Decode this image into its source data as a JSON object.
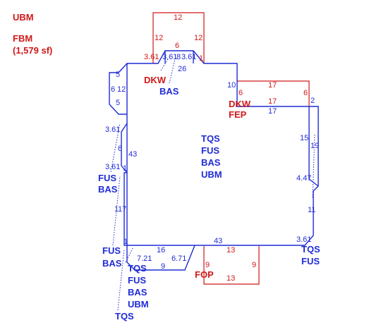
{
  "header": {
    "title": "UBM",
    "subtitle_line1": "FBM",
    "subtitle_line2": "(1,579 sf)"
  },
  "colors": {
    "main": "#1f2bd6",
    "accent": "#d01818"
  },
  "dims": {
    "red_top_12": "12",
    "red_left_12": "12",
    "red_right_12": "12",
    "red_6": "6",
    "red_361": "3.61",
    "blue_361a": "3.61",
    "blue_8": "8",
    "blue_361b": "3.61",
    "red_1": "1",
    "blue_26": "26",
    "blue_5a": "5",
    "blue_6": "6",
    "blue_12": "12",
    "blue_5b": "5",
    "blue_10": "10",
    "red_6b": "6",
    "red_17a": "17",
    "red_6c": "6",
    "red_17b": "17",
    "blue_2": "2",
    "blue_17": "17",
    "blue_361c": "3.61",
    "blue_6b": "6",
    "blue_43a": "43",
    "blue_1a": "1",
    "blue_361d": "3.61",
    "blue_1b": "1",
    "blue_15": "15",
    "blue_19": "19",
    "blue_447": "4.47",
    "blue_17b": "17",
    "blue_11": "11",
    "blue_361e": "3.61",
    "blue_43b": "43",
    "blue_1c": "1",
    "blue_16": "16",
    "blue_721": "7.21",
    "blue_671": "6.71",
    "blue_9": "9",
    "red_13a": "13",
    "red_9a": "9",
    "red_9b": "9",
    "red_13b": "13"
  },
  "labels": {
    "dkw_top": "DKW",
    "bas_top": "BAS",
    "dkw_right": "DKW",
    "fep_right": "FEP",
    "center_1": "TQS",
    "center_2": "FUS",
    "center_3": "BAS",
    "center_4": "UBM",
    "left_fus": "FUS",
    "left_bas": "BAS",
    "lowleft_fus": "FUS",
    "lowleft_bas": "BAS",
    "bottom_tqs": "TQS",
    "bottom_fus": "FUS",
    "bottom_bas": "BAS",
    "bottom_ubm": "UBM",
    "bottom_tqs2": "TQS",
    "fop": "FOP",
    "right_tqs": "TQS",
    "right_fus": "FUS"
  }
}
